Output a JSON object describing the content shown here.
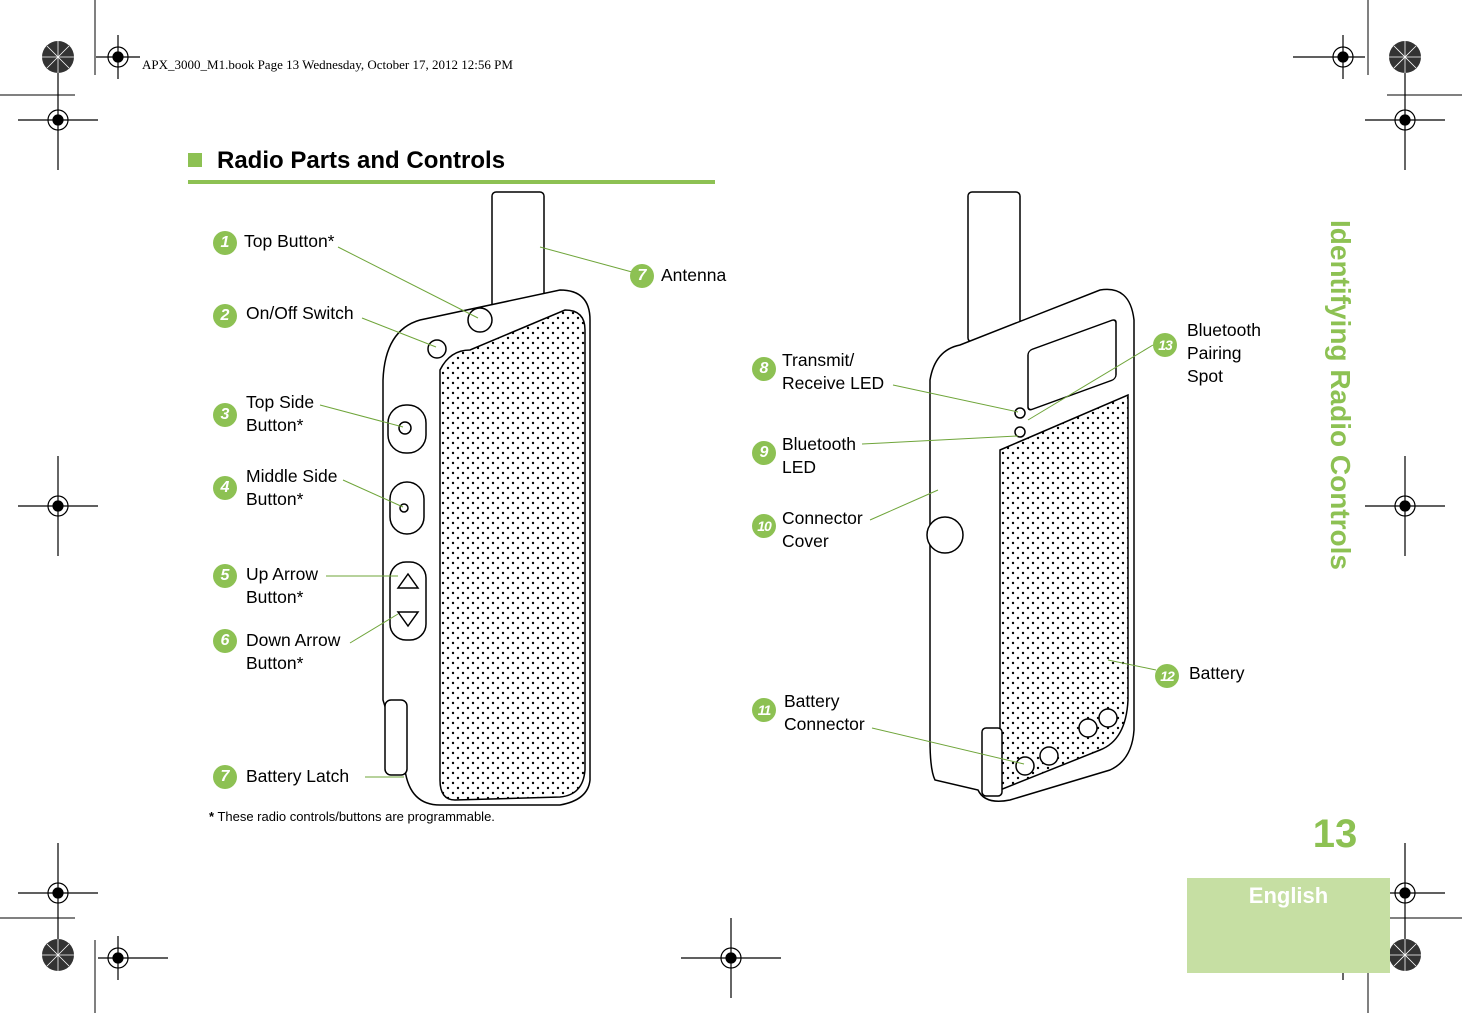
{
  "header": {
    "book_line": "APX_3000_M1.book  Page 13  Wednesday, October 17, 2012  12:56 PM"
  },
  "section": {
    "title": "Radio Parts and Controls"
  },
  "side_tab": {
    "label": "Identifying Radio Controls"
  },
  "page": {
    "number": "13",
    "language": "English"
  },
  "callouts": [
    {
      "num": "1",
      "lines": [
        "Top Button*"
      ]
    },
    {
      "num": "2",
      "lines": [
        "On/Off Switch"
      ]
    },
    {
      "num": "3",
      "lines": [
        "Top Side",
        "Button*"
      ]
    },
    {
      "num": "4",
      "lines": [
        "Middle Side",
        "Button*"
      ]
    },
    {
      "num": "5",
      "lines": [
        "Up Arrow",
        "Button*"
      ]
    },
    {
      "num": "6",
      "lines": [
        "Down Arrow",
        "Button*"
      ]
    },
    {
      "num": "7",
      "lines": [
        "Battery Latch"
      ]
    },
    {
      "num": "7",
      "lines": [
        "Antenna"
      ]
    },
    {
      "num": "8",
      "lines": [
        "Transmit/",
        "Receive LED"
      ]
    },
    {
      "num": "9",
      "lines": [
        "Bluetooth",
        "LED"
      ]
    },
    {
      "num": "10",
      "lines": [
        "Connector",
        "Cover"
      ]
    },
    {
      "num": "11",
      "lines": [
        "Battery",
        "Connector"
      ]
    },
    {
      "num": "12",
      "lines": [
        "Battery"
      ]
    },
    {
      "num": "13",
      "lines": [
        "Bluetooth",
        "Pairing",
        "Spot"
      ]
    }
  ],
  "footnote": {
    "mark": "*",
    "text": " These radio controls/buttons are programmable."
  },
  "colors": {
    "accent": "#8dc153",
    "accent_light": "#c6dfa3",
    "line": "#000000"
  },
  "icons": [
    "crop-mark-icon",
    "registration-target-icon",
    "color-wheel-icon"
  ]
}
